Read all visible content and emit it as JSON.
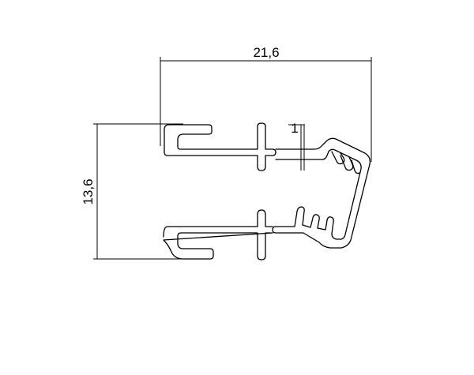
{
  "dimensions": {
    "width_label": "21,6",
    "height_label": "13,6",
    "detail_label": "1"
  },
  "colors": {
    "line": "#000000",
    "background": "#ffffff"
  }
}
